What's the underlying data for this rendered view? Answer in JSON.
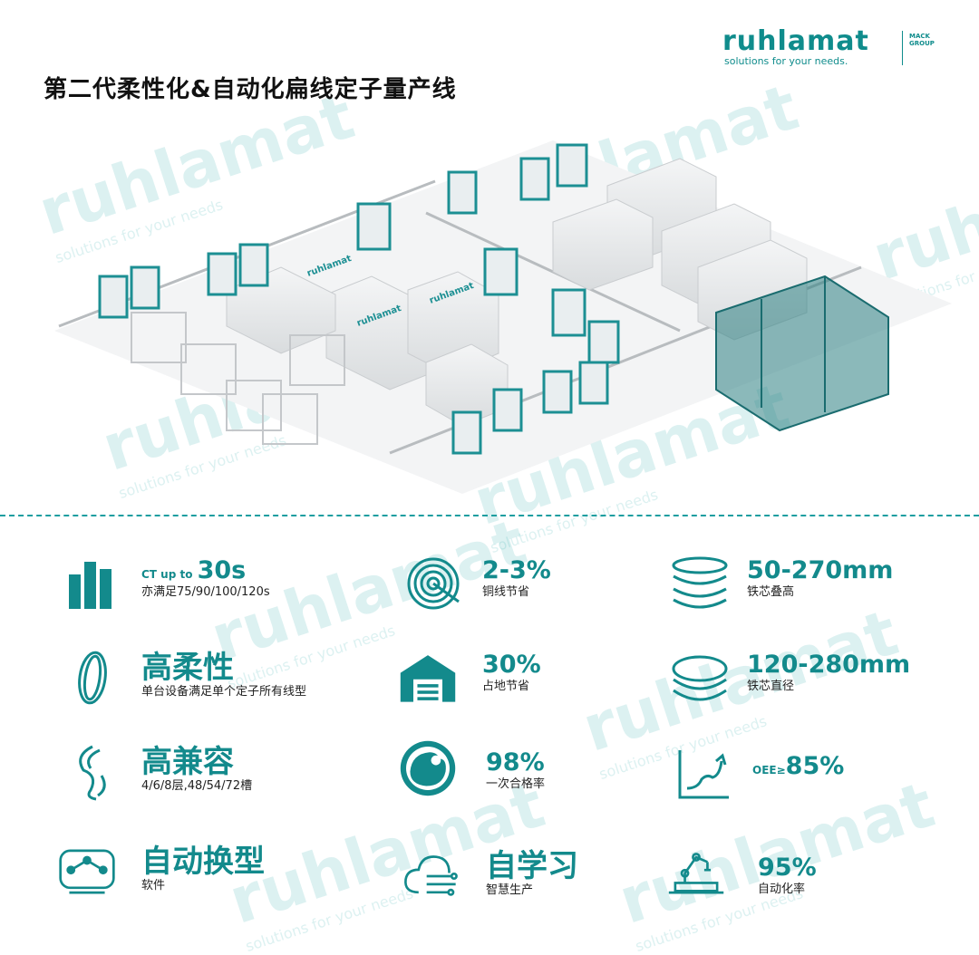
{
  "title": "第二代柔性化&自动化扁线定子量产线",
  "logo": {
    "wordmark": "ruhlamat",
    "tagline": "solutions for your needs.",
    "group": "MACK GROUP"
  },
  "watermark": {
    "wordmark": "ruhlamat",
    "tagline": "solutions for your needs"
  },
  "colors": {
    "accent": "#138a8c",
    "divider": "#1d9ea0"
  },
  "features": [
    {
      "icon": "bar-chart-icon",
      "pre": "CT up to",
      "value": "30s",
      "desc": "亦满足75/90/100/120s"
    },
    {
      "icon": "copper-coil-icon",
      "value": "2-3%",
      "desc": "铜线节省"
    },
    {
      "icon": "core-stack-icon",
      "value": "50-270mm",
      "desc": "铁芯叠高"
    },
    {
      "icon": "flexible-ring-icon",
      "value": "高柔性",
      "desc": "单台设备满足单个定子所有线型"
    },
    {
      "icon": "factory-building-icon",
      "value": "30%",
      "desc": "占地节省"
    },
    {
      "icon": "core-diameter-icon",
      "value": "120-280mm",
      "desc": "铁芯直径"
    },
    {
      "icon": "compatibility-icon",
      "value": "高兼容",
      "desc": "4/6/8层,48/54/72槽"
    },
    {
      "icon": "pass-rate-icon",
      "value": "98%",
      "desc": "一次合格率"
    },
    {
      "icon": "trend-chart-icon",
      "pre": "OEE≥",
      "value": "85%",
      "desc": ""
    },
    {
      "icon": "display-screen-icon",
      "value": "自动换型",
      "desc": "软件"
    },
    {
      "icon": "cloud-learning-icon",
      "value": "自学习",
      "desc": "智慧生产"
    },
    {
      "icon": "robot-arm-icon",
      "value": "95%",
      "desc": "自动化率"
    }
  ]
}
